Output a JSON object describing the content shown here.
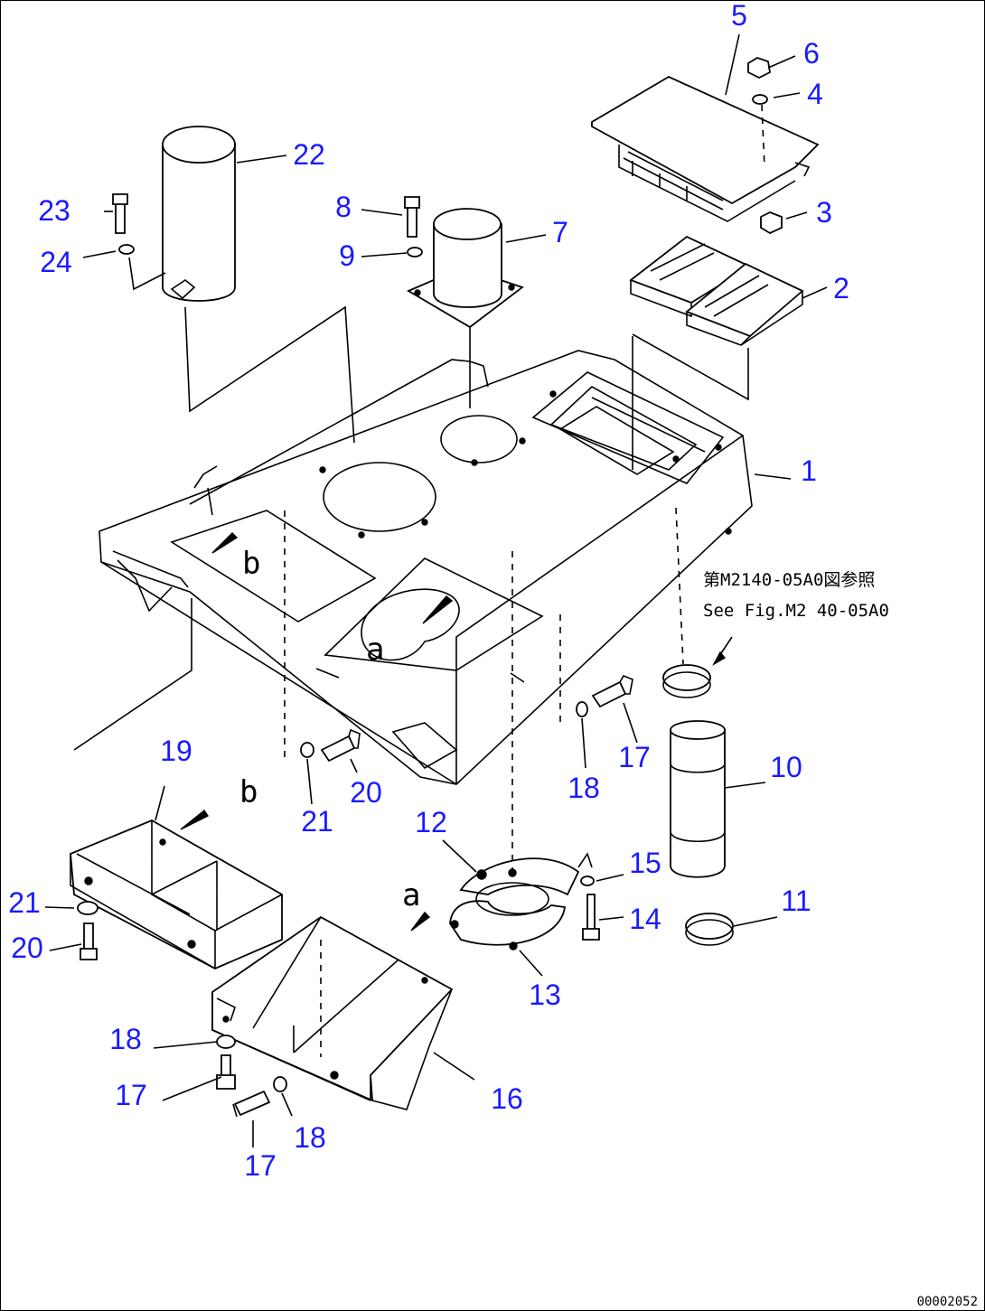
{
  "callouts": {
    "p1": "1",
    "p2": "2",
    "p3": "3",
    "p4": "4",
    "p5": "5",
    "p6": "6",
    "p7": "7",
    "p8": "8",
    "p9": "9",
    "p10": "10",
    "p11": "11",
    "p12": "12",
    "p13": "13",
    "p14": "14",
    "p15": "15",
    "p16": "16",
    "p17a": "17",
    "p17b": "17",
    "p17c": "17",
    "p18a": "18",
    "p18b": "18",
    "p18c": "18",
    "p19": "19",
    "p20a": "20",
    "p20b": "20",
    "p21a": "21",
    "p21b": "21",
    "p22": "22",
    "p23": "23",
    "p24": "24"
  },
  "reference": {
    "jp": "第M2140-05A0図参照",
    "en": "See Fig.M2 40-05A0"
  },
  "letters": {
    "a_body": "a",
    "b_body": "b",
    "a_tray": "a",
    "b_tray": "b"
  },
  "figure_id": "00002052",
  "colors": {
    "callout": "#1a1aff",
    "lines": "#000000"
  }
}
